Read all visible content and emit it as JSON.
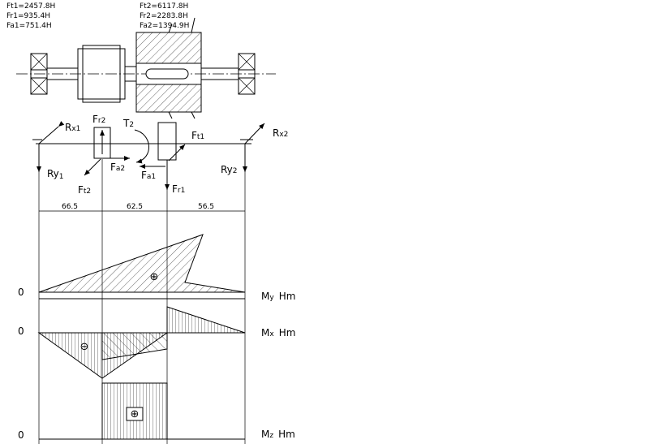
{
  "forces_left": [
    {
      "label": "Ft1=2457.8H"
    },
    {
      "label": "Fr1=935.4H"
    },
    {
      "label": "Fa1=751.4H"
    }
  ],
  "forces_right": [
    {
      "label": "Ft2=6117.8H"
    },
    {
      "label": "Fr2=2283.8H"
    },
    {
      "label": "Fa2=1394.9H"
    }
  ],
  "load_labels": {
    "rx1": {
      "main": "R",
      "sub": "x1"
    },
    "rx2": {
      "main": "R",
      "sub": "x2"
    },
    "ry1": {
      "main": "Ry",
      "sub": "1"
    },
    "ry2": {
      "main": "Ry",
      "sub": "2"
    },
    "fr2": {
      "main": "F",
      "sub": "r2"
    },
    "t2": {
      "main": "T",
      "sub": "2"
    },
    "ft1": {
      "main": "F",
      "sub": "t1"
    },
    "fa2": {
      "main": "F",
      "sub": "a2"
    },
    "fa1": {
      "main": "F",
      "sub": "a1"
    },
    "ft2": {
      "main": "F",
      "sub": "t2"
    },
    "fr1": {
      "main": "F",
      "sub": "r1"
    }
  },
  "dimensions": [
    "66.5",
    "62.5",
    "56.5"
  ],
  "diagrams": [
    {
      "zero": "0",
      "label": {
        "main": "M",
        "sub": "y",
        "unit": "Hm"
      },
      "sign": "⊕"
    },
    {
      "zero": "0",
      "label": {
        "main": "M",
        "sub": "x",
        "unit": "Hm"
      },
      "sign": "⊖"
    },
    {
      "zero": "0",
      "label": {
        "main": "M",
        "sub": "z",
        "unit": "Hm"
      },
      "sign": "⊕"
    }
  ]
}
